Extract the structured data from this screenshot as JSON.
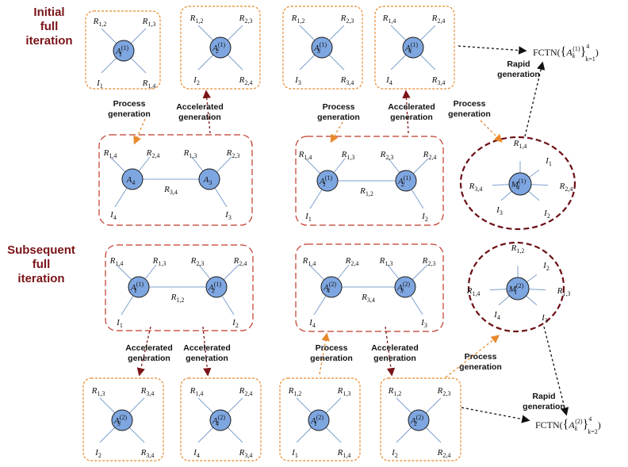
{
  "titles": {
    "initial": [
      "Initial",
      "full",
      "iteration"
    ],
    "subsequent": [
      "Subsequent",
      "full",
      "iteration"
    ]
  },
  "annotations": {
    "process": [
      "Process",
      "generation"
    ],
    "accelerated": [
      "Accelerated",
      "generation"
    ],
    "rapid": [
      "Rapid",
      "generation"
    ]
  },
  "outputs": {
    "top": {
      "prefix": "FCTN(",
      "node": "A",
      "sub": "k",
      "sup": "(1)",
      "upper": "4",
      "lower": "k=1"
    },
    "bottom": {
      "prefix": "FCTN(",
      "node": "A",
      "sub": "k",
      "sup": "(2)",
      "upper": "4",
      "lower": "k=2"
    }
  },
  "colors": {
    "node_fill": "#7ea6e0",
    "node_stroke": "#1a1a1a",
    "edge": "#7f9fcf",
    "orange_box": "#e8892c",
    "red_box": "#c0392b",
    "dark_ellipse": "#6b0f14",
    "arrow_red": "#7a1418",
    "title": "#7a1418"
  }
}
